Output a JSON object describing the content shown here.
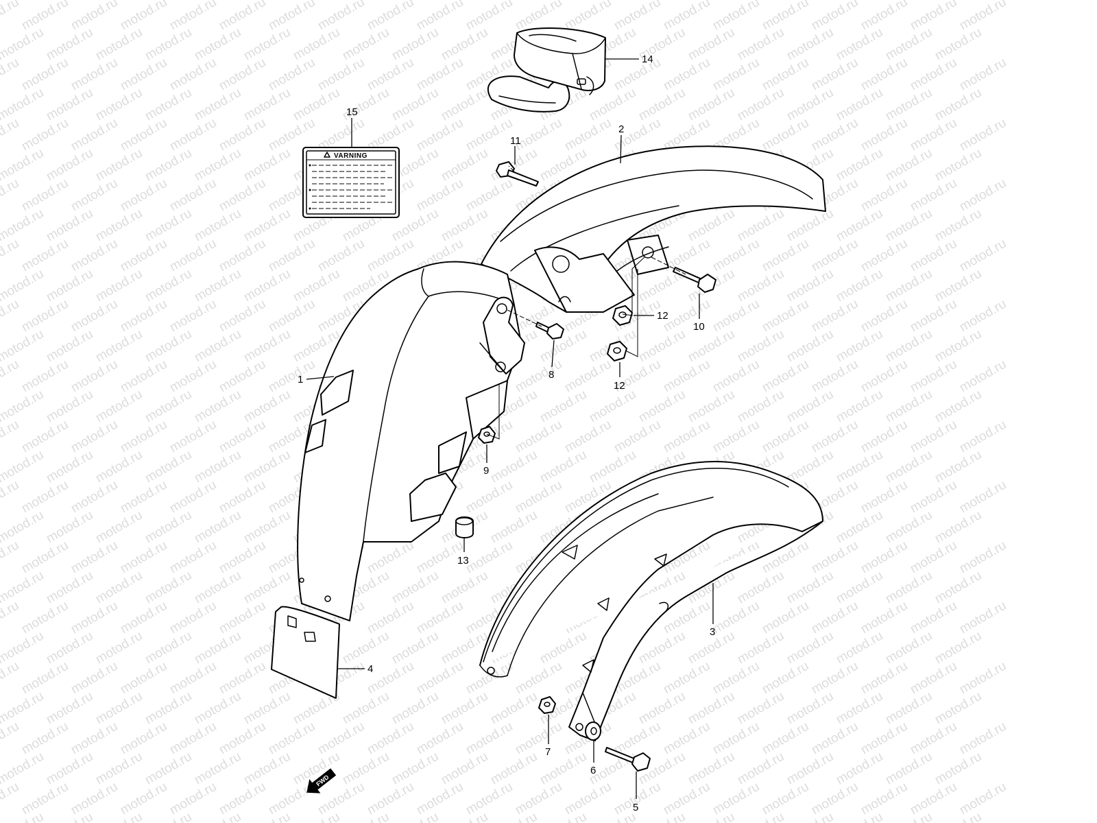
{
  "watermark": {
    "text": "motod.ru"
  },
  "warning_label": {
    "title": "VARNING"
  },
  "direction_arrow": {
    "text": "FWD"
  },
  "callouts": [
    {
      "id": "1",
      "part": "front-fender"
    },
    {
      "id": "2",
      "part": "front-fender-upper"
    },
    {
      "id": "3",
      "part": "fender-brace"
    },
    {
      "id": "4",
      "part": "mud-flap"
    },
    {
      "id": "5",
      "part": "bolt"
    },
    {
      "id": "6",
      "part": "washer"
    },
    {
      "id": "7",
      "part": "nut"
    },
    {
      "id": "8",
      "part": "bolt"
    },
    {
      "id": "9",
      "part": "nut"
    },
    {
      "id": "10",
      "part": "bolt"
    },
    {
      "id": "11",
      "part": "bolt"
    },
    {
      "id": "12",
      "part": "nut"
    },
    {
      "id": "12",
      "part": "nut"
    },
    {
      "id": "13",
      "part": "spacer"
    },
    {
      "id": "14",
      "part": "tool-bag"
    },
    {
      "id": "15",
      "part": "warning-label"
    }
  ]
}
